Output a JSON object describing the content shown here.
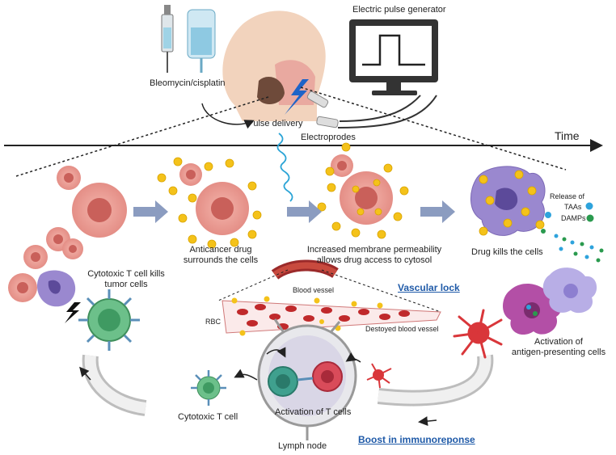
{
  "labels": {
    "bleomycin": "Bleomycin/cisplatin",
    "electric_pulse_generator": "Electric pulse generator",
    "pulse_delivery": "Pulse delivery",
    "electroprodes": "Electroprodes",
    "time": "Time",
    "anticancer_drug_line1": "Anticancer drug",
    "anticancer_drug_line2": "surrounds the cells",
    "permeability_line1": "Increased membrane permeability",
    "permeability_line2": "allows drug access to cytosol",
    "drug_kills": "Drug kills the cells",
    "release_of": "Release of",
    "taas": "TAAs",
    "damps": "DAMPs",
    "cytotoxic_kills_line1": "Cytotoxic T cell kills",
    "cytotoxic_kills_line2": "tumor cells",
    "blood_vessel": "Blood vessel",
    "rbc": "RBC",
    "destroyed_vessel": "Destoyed blood vessel",
    "vascular_lock": "Vascular lock",
    "activation_apc_line1": "Activation of",
    "activation_apc_line2": "antigen-presenting cells",
    "cytotoxic_t_cell": "Cytotoxic T cell",
    "activation_t_cells": "Activation of T cells",
    "lymph_node": "Lymph node",
    "boost": "Boost in immunoreponse"
  },
  "colors": {
    "tumor": "#e89a92",
    "tumor_nucleus": "#c9605a",
    "drug": "#f4c21a",
    "dead_cell": "#8f7cc4",
    "t_cell": "#5fb27a",
    "apc": "#d9363a",
    "arrow": "#8b9cc0",
    "link": "#1f5aa8",
    "taa": "#2ea3dc",
    "damp": "#2a9a4e"
  }
}
